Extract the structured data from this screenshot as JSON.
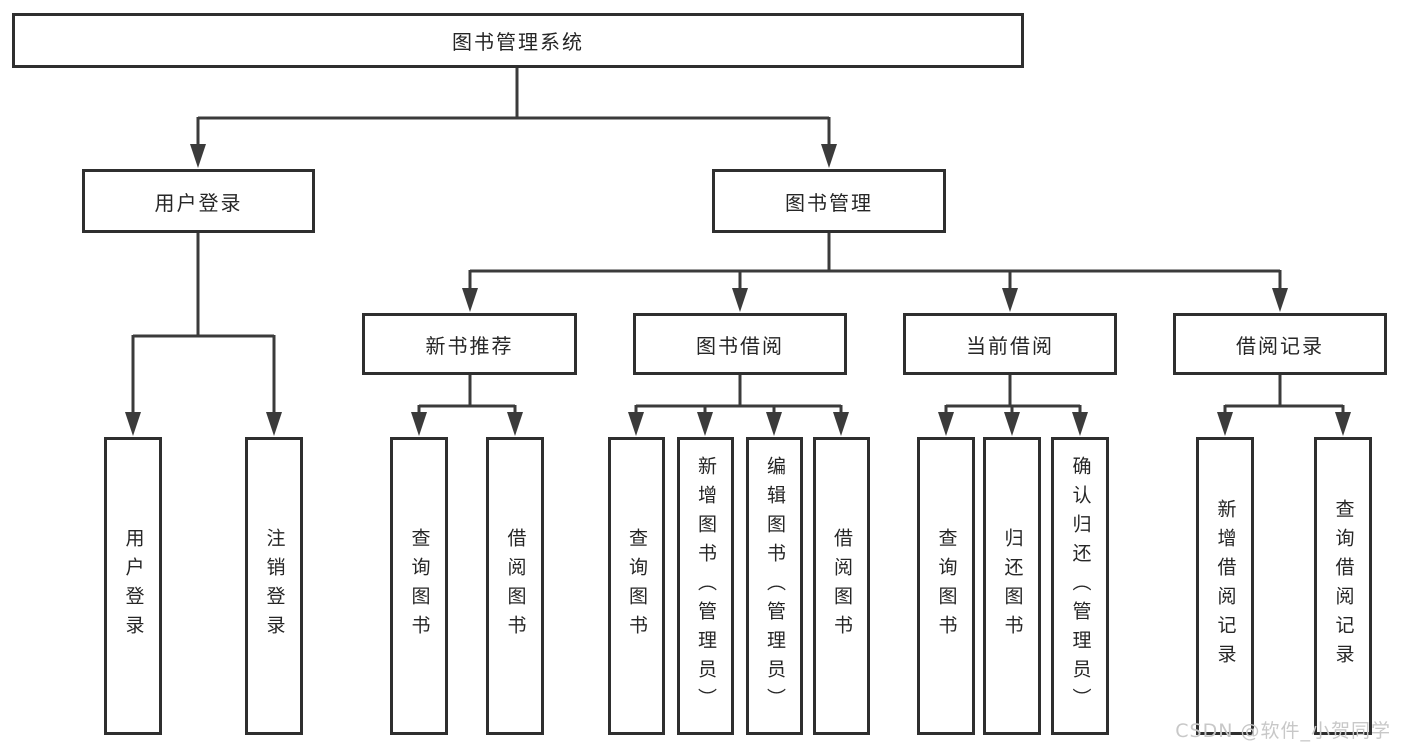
{
  "tree": {
    "root": {
      "label": "图书管理系统"
    },
    "children": [
      {
        "label": "用户登录",
        "children": [
          {
            "label": "用户登录"
          },
          {
            "label": "注销登录"
          }
        ]
      },
      {
        "label": "图书管理",
        "children": [
          {
            "label": "新书推荐",
            "children": [
              {
                "label": "查询图书"
              },
              {
                "label": "借阅图书"
              }
            ]
          },
          {
            "label": "图书借阅",
            "children": [
              {
                "label": "查询图书"
              },
              {
                "label": "新增图书（管理员）"
              },
              {
                "label": "编辑图书（管理员）"
              },
              {
                "label": "借阅图书"
              }
            ]
          },
          {
            "label": "当前借阅",
            "children": [
              {
                "label": "查询图书"
              },
              {
                "label": "归还图书"
              },
              {
                "label": "确认归还（管理员）"
              }
            ]
          },
          {
            "label": "借阅记录",
            "children": [
              {
                "label": "新增借阅记录"
              },
              {
                "label": "查询借阅记录"
              }
            ]
          }
        ]
      }
    ]
  },
  "watermark": {
    "text": "CSDN @软件_小贺同学"
  },
  "colors": {
    "line": "#3b3b3b",
    "box_border": "#2f2f2f",
    "text": "#262626",
    "watermark": "#c8c8c8",
    "background": "#ffffff"
  }
}
